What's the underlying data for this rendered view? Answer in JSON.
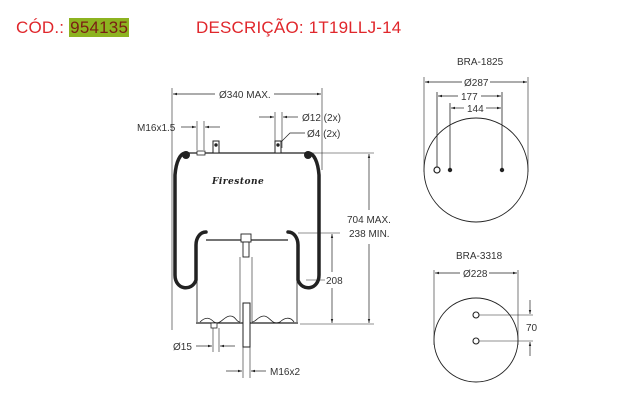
{
  "header": {
    "code_label": "CÓD.:",
    "code_value": "954135",
    "description_label": "DESCRIÇÃO:",
    "description_value": "1T19LLJ-14",
    "colors": {
      "text": "#e0262b",
      "code_highlight": "#8db320",
      "code_text": "#7a1e14"
    }
  },
  "side_view": {
    "brand": "Firestone",
    "dims": {
      "diameter_max": "Ø340 MAX.",
      "top_stud": "M16x1.5",
      "hole_large": "Ø12 (2x)",
      "hole_small": "Ø4 (2x)",
      "height_max": "704 MAX.",
      "height_min": "238 MIN.",
      "piston_height": "208",
      "bottom_hole": "Ø15",
      "bottom_stud": "M16x2"
    }
  },
  "top_plate": {
    "ref": "BRA-1825",
    "diameter": "Ø287",
    "spacing_outer": "177",
    "spacing_inner": "144"
  },
  "bottom_plate": {
    "ref": "BRA-3318",
    "diameter": "Ø228",
    "spacing": "70"
  }
}
